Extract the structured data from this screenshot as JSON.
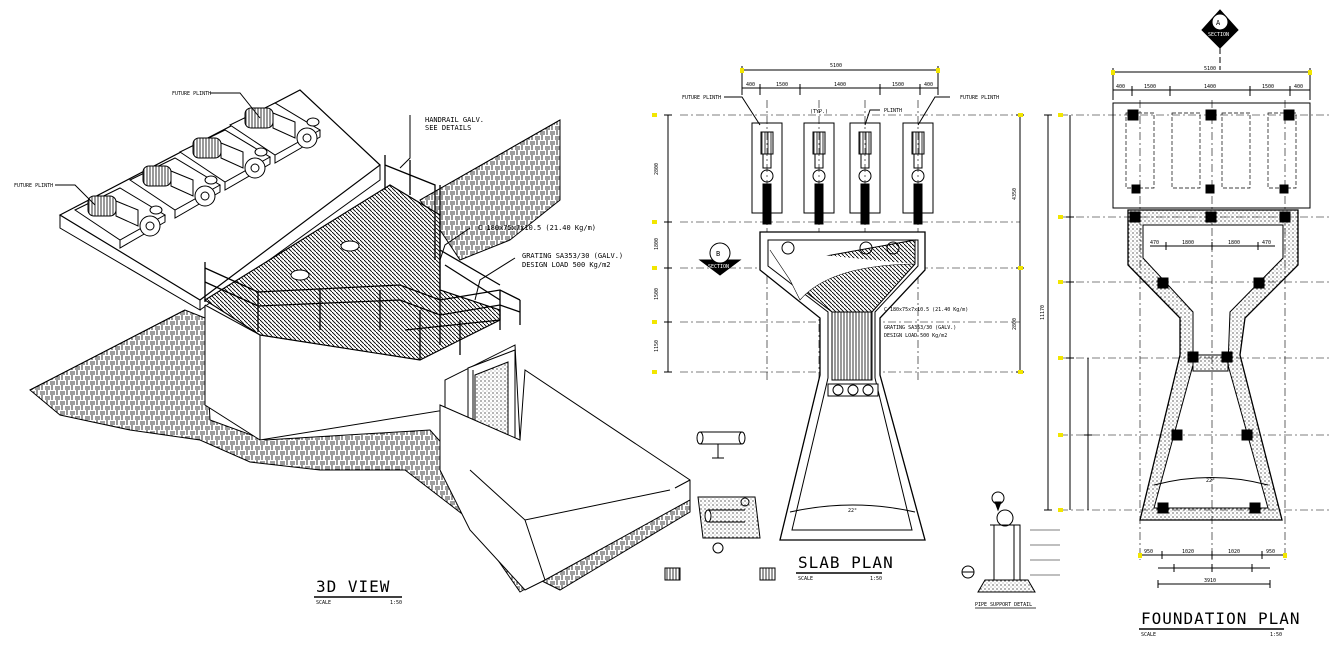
{
  "views": {
    "view_3d": {
      "title": "3D VIEW",
      "scale_label": "SCALE",
      "scale_value": "1:50"
    },
    "slab_plan": {
      "title": "SLAB PLAN",
      "scale_label": "SCALE",
      "scale_value": "1:50"
    },
    "foundation_plan": {
      "title": "FOUNDATION PLAN",
      "scale_label": "SCALE",
      "scale_value": "1:50"
    },
    "pipe_support": {
      "title": "PIPE SUPPORT DETAIL"
    }
  },
  "notes_3d": {
    "future_plinth_top": "FUTURE PLINTH",
    "future_plinth_left": "FUTURE PLINTH",
    "handrail_1": "HANDRAIL GALV.",
    "handrail_2": "SEE DETAILS",
    "channel": "C 180x75x7x10.5 (21.40 Kg/m)",
    "grating_1": "GRATING SA353/30 (GALV.)",
    "grating_2": "DESIGN LOAD 500 Kg/m2"
  },
  "notes_slab": {
    "future_plinth_left": "FUTURE PLINTH",
    "future_plinth_right": "FUTURE PLINTH",
    "plinth": "PLINTH",
    "typ": "(TYP.)",
    "channel": "C 180x75x7x10.5 (21.40 Kg/m)",
    "grating_1": "GRATING SA353/30 (GALV.)",
    "grating_2": "DESIGN LOAD 500 Kg/m2"
  },
  "section_markers": {
    "a_letter": "A",
    "a_ref": "SECTION",
    "b_letter": "B",
    "b_ref": "SECTION"
  },
  "dimensions": {
    "slab_overall": "5100",
    "slab_top": [
      "400",
      "1500",
      "1400",
      "1500",
      "400"
    ],
    "found_overall": "5100",
    "found_top": [
      "400",
      "1500",
      "1400",
      "1500",
      "400"
    ],
    "slab_side": [
      "2800",
      "1800",
      "1500",
      "1150"
    ],
    "slab_right_a": "4350",
    "slab_right_b": "2800",
    "found_mid": [
      "470",
      "1800",
      "1800",
      "470"
    ],
    "found_bottom_overall": "3910",
    "found_bottom": [
      "950",
      "1020",
      "1020",
      "950"
    ],
    "angle": "22°"
  }
}
